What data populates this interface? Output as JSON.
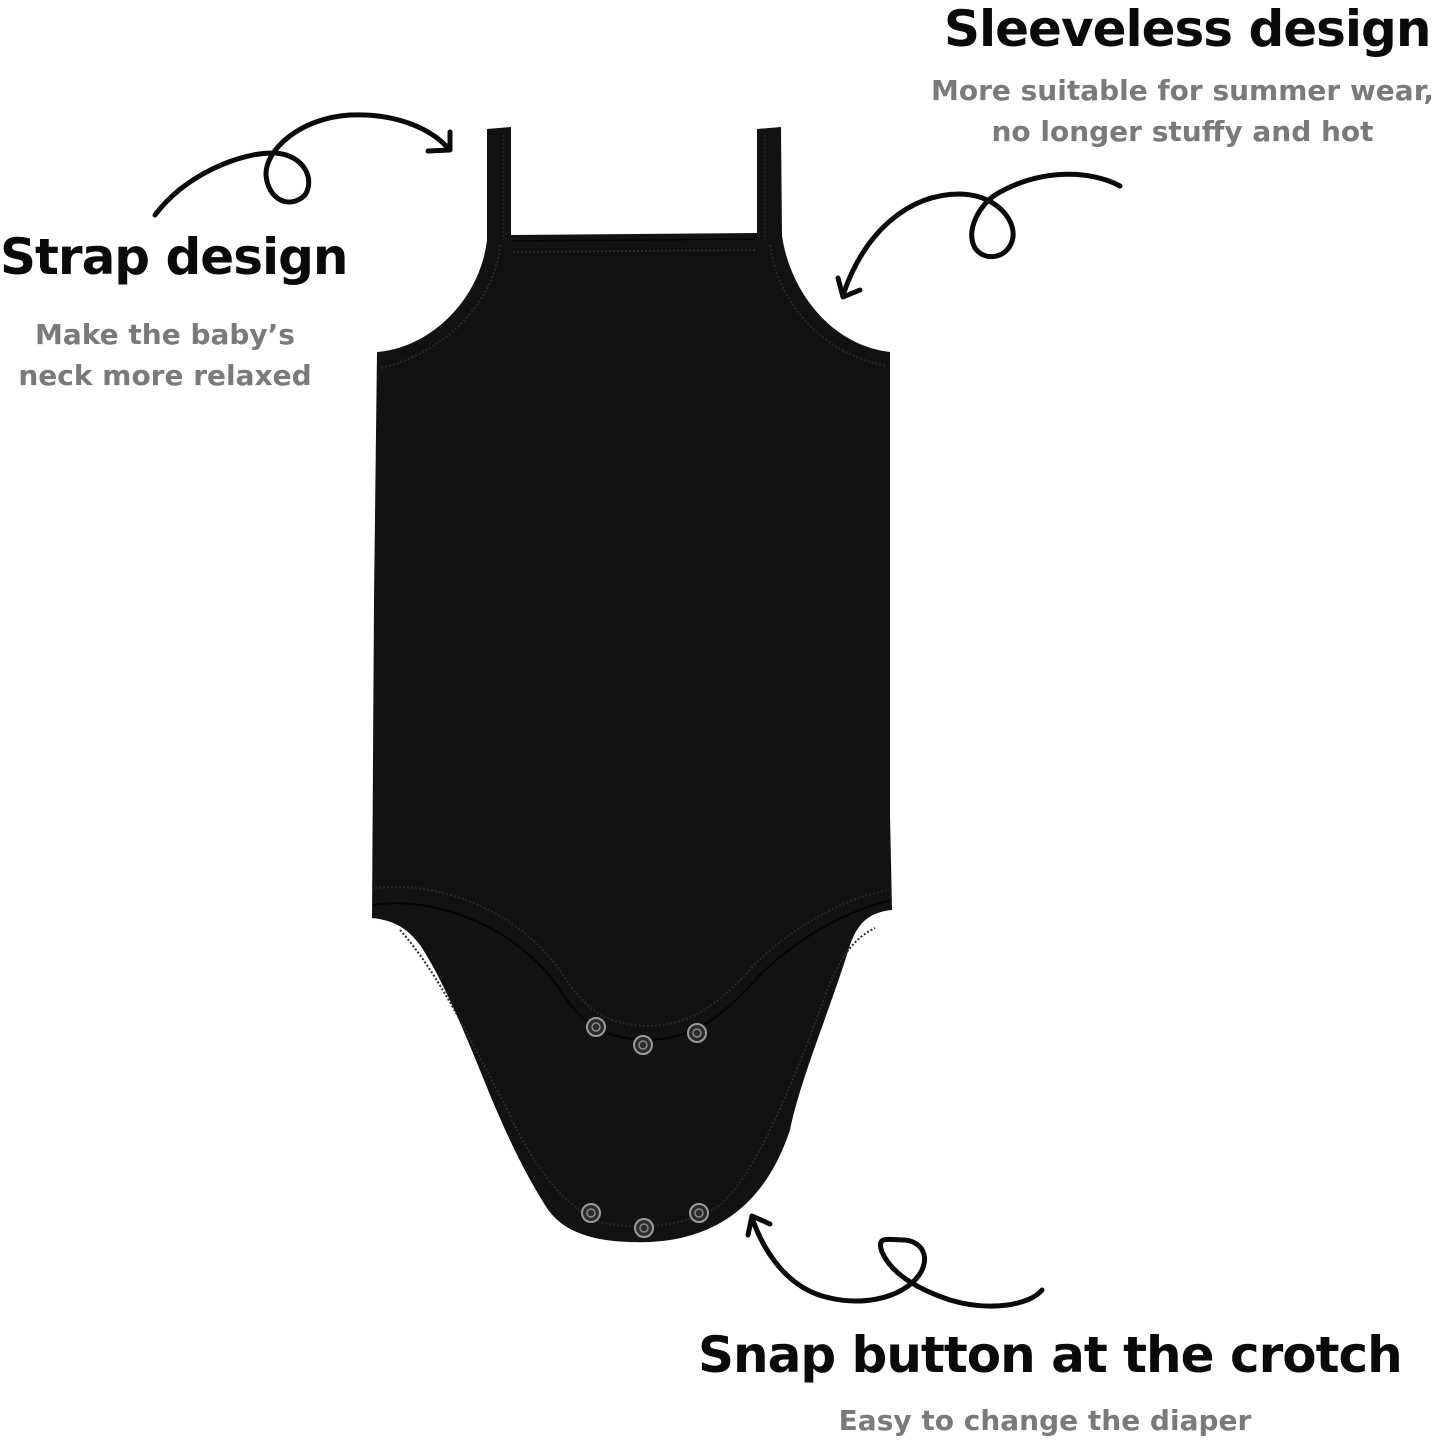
{
  "callouts": {
    "strap": {
      "title": "Strap design",
      "subtitle_line1": "Make the baby’s",
      "subtitle_line2": "neck more relaxed"
    },
    "sleeveless": {
      "title": "Sleeveless design",
      "subtitle_line1": "More suitable for summer wear,",
      "subtitle_line2": "no longer stuffy and hot"
    },
    "snap": {
      "title": "Snap button at the crotch",
      "subtitle": "Easy to change the diaper"
    }
  },
  "product": {
    "type": "sleeveless strap bodysuit",
    "color": "#121212",
    "snap_count_front": 3,
    "snap_count_back": 3
  },
  "colors": {
    "title": "#0a0a0a",
    "subtitle": "#7a7a7a",
    "background": "#ffffff"
  }
}
